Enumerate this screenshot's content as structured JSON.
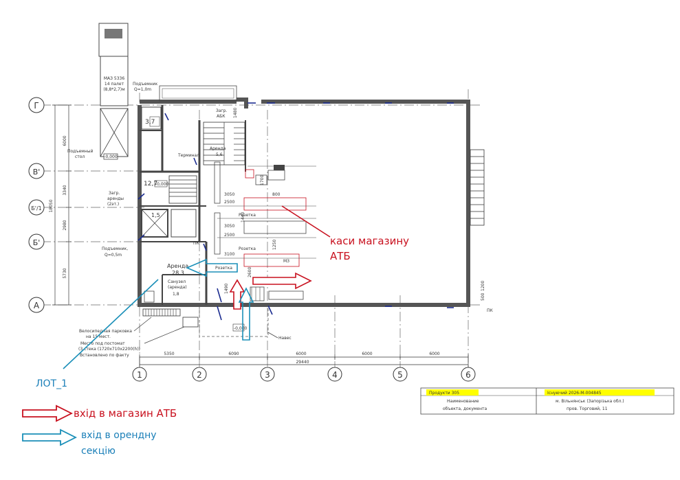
{
  "axes_letters": [
    "Г",
    "В'",
    "Б'/1",
    "Б'",
    "А"
  ],
  "axes_numbers": [
    "1",
    "2",
    "3",
    "4",
    "5",
    "6"
  ],
  "dims_left": [
    "6000",
    "3340",
    "2980",
    "5730"
  ],
  "dim_total_left": "18050",
  "dims_bottom": [
    "5350",
    "6090",
    "6000",
    "6000",
    "6000"
  ],
  "dim_total_bottom": "29440",
  "truck": {
    "model": "МАЗ 5336",
    "desc": "14 палет",
    "size": "(8,8*2,7)м"
  },
  "labels": {
    "lift_top": "Подъемник",
    "lift_top_q": "Q=1,0m",
    "lift_table": "Подъемный",
    "lift_table2": "стол",
    "zero": "-0,000",
    "zagr_abk": "Загр.",
    "abk": "АБК",
    "dim1480": "1480",
    "room37": "3,7",
    "arenda56_a": "Аренда",
    "arenda56_b": "5,6",
    "terminal": "Терминал",
    "room127": "12,7",
    "room15": "1,5",
    "zagr_arendy": "Загр.",
    "zagr_arendy2": "аренды",
    "zagr_arendy3": "(2эт.)",
    "lift_bottom": "Подъемник,",
    "lift_bottom_q": "Q=0,5m",
    "arenda283_a": "Аренда",
    "arenda283_b": "28,3",
    "sanuzel": "Санузел",
    "sanuzel2": "(аренда)",
    "sanuzel_area": "1,8",
    "rozetka1": "Розетка",
    "rozetka2": "Розетка",
    "rozetka3": "Розетка",
    "n3050a": "3050",
    "n2500a": "2500",
    "n3050b": "3050",
    "n2500b": "2500",
    "n3100": "3100",
    "n800": "800",
    "n1700": "1700",
    "n1440": "1440",
    "n1250": "1250",
    "n1490": "1490",
    "n2600": "2600",
    "mz": "МЗ",
    "pk1": "ПК",
    "pk2": "ПК",
    "naves": "Навес",
    "bike1": "Велосипедная парковка",
    "bike2": "на 15 мест.",
    "post1": "Место под постомат",
    "post2": "(3 стека (1720х710х2200(h))",
    "post3": "Встановлено по факту",
    "n1200": "1200",
    "n500": "500"
  },
  "annotations": {
    "kasy_1": "каси магазину",
    "kasy_2": "АТБ",
    "lot": "ЛОТ_1",
    "entry_atb": "вхід в магазин АТБ",
    "entry_rent_1": "вхід в орендну",
    "entry_rent_2": "секцію"
  },
  "title_block": {
    "left_code": "Продукти 305",
    "left_name_1": "Наименование",
    "left_name_2": "объекта, документа",
    "right_code": "Існуючий 2026-М-004845",
    "right_addr_1": "м. Вільнянськ (Запорізька обл.)",
    "right_addr_2": "пров. Торговий, 11"
  },
  "colors": {
    "red": "#c8101e",
    "teal": "#1a8fb8",
    "highlight": "#ffff00",
    "wall": "#555555",
    "ink_blue": "#1a2b8f"
  }
}
